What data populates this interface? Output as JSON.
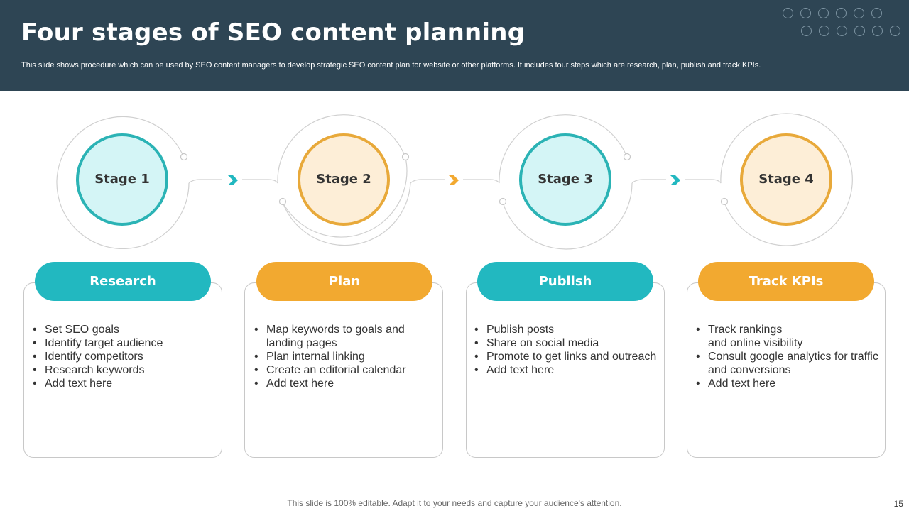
{
  "title": "Four stages of SEO content planning",
  "subtitle": "This slide shows procedure which can be used by SEO content managers to develop strategic SEO content plan for website or other platforms. It includes four steps which are research, plan, publish and track KPIs.",
  "colors": {
    "header_bg": "#2e4554",
    "teal": "#22b8c0",
    "orange": "#f2a930",
    "teal_light": "#d4f5f6",
    "orange_light": "#fdeed7"
  },
  "icons": {
    "connector_arrow": "chevron-right-icon",
    "header_decoration": "circle-dots-decoration"
  },
  "stages": [
    {
      "label": "Stage 1",
      "heading": "Research",
      "bullets": [
        "Set SEO goals",
        "Identify  target audience",
        "Identify  competitors",
        "Research keywords",
        "Add text here"
      ]
    },
    {
      "label": "Stage 2",
      "heading": "Plan",
      "bullets": [
        "Map keywords to goals and landing pages",
        "Plan internal linking",
        "Create an editorial calendar",
        "Add text here"
      ]
    },
    {
      "label": "Stage 3",
      "heading": "Publish",
      "bullets": [
        "Publish posts",
        "Share on social media",
        "Promote to get links and outreach",
        "Add text here"
      ]
    },
    {
      "label": "Stage 4",
      "heading": "Track KPIs",
      "bullets": [
        "Track rankings and online visibility",
        "Consult google analytics for traffic and conversions",
        "Add text here"
      ]
    }
  ],
  "footer": "This slide is 100% editable. Adapt it to your needs and capture your audience's attention.",
  "page_number": "15"
}
